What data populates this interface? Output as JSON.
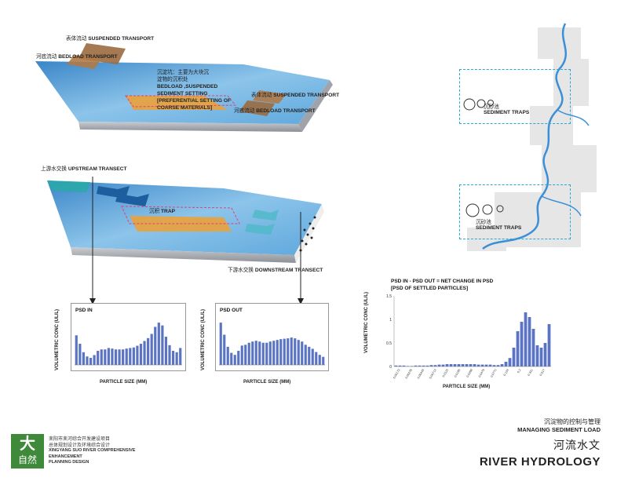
{
  "diagram_top": {
    "suspended_cn": "表体流动",
    "suspended_en": "SUSPENDED TRANSPORT",
    "bedload_cn": "河底流动",
    "bedload_en": "BEDLOAD TRANSPORT",
    "setting_cn_1": "沉淀坑：主要为大块沉",
    "setting_cn_2": "淀物的沉积处",
    "setting_en_1": "BEDLOAD ,SUSPENDED",
    "setting_en_2": "SEDIMENT SETTING",
    "setting_en_3": "[PREFERENTIAL SETTING OF",
    "setting_en_4": "COARSE MATERIALS]",
    "suspended2_cn": "表体流动",
    "suspended2_en": "SUSPENDED TRANSPORT",
    "bedload2_cn": "河底流动",
    "bedload2_en": "BEDLOAD TRANSPORT"
  },
  "diagram_bottom": {
    "upstream_cn": "上游水交换",
    "upstream_en": "UPSTREAM TRANSECT",
    "trap_cn": "沉积",
    "trap_en": "TRAP",
    "downstream_cn": "下游水交换",
    "downstream_en": "DOWNSTREAM TRANSECT"
  },
  "map": {
    "trap_cn_1": "沉砂池",
    "trap_en_1": "SEDIMENT TRAPS",
    "trap_cn_2": "沉砂池",
    "trap_en_2": "SEDIMENT TRAPS"
  },
  "titles": {
    "sub_cn": "沉淀物的控制与管理",
    "sub_en": "MANAGING SEDIMENT LOAD",
    "main_cn": "河流水文",
    "main_en": "RIVER HYDROLOGY"
  },
  "brand": {
    "logo_cn_1": "大",
    "logo_cn_2": "自然",
    "line1": "耒阳市耒河综合开发建设项目",
    "line2": "总体规划设计及环境综合设计",
    "line3": "XINGYANG SUO RIVER COMPREHENSIVE",
    "line4": "ENHANCEMENT",
    "line5": "PLANNING DESIGN"
  },
  "colors": {
    "water": "#5fa8dd",
    "bar": "#5a73c2",
    "sediment": "#f0a030",
    "trap_box": "#29a7d6",
    "arrow_brown": "#9b6a3e",
    "arrow_teal": "#1d8fa6"
  },
  "chart_data": [
    {
      "type": "bar",
      "title": "PSD IN",
      "xlabel": "PARTICLE SIZE (MM)",
      "ylabel": "VOLUMETRIC CONC (UL/L)",
      "values": [
        1.05,
        0.75,
        0.45,
        0.3,
        0.25,
        0.35,
        0.5,
        0.55,
        0.55,
        0.6,
        0.58,
        0.55,
        0.55,
        0.55,
        0.58,
        0.6,
        0.62,
        0.68,
        0.75,
        0.85,
        0.95,
        1.1,
        1.35,
        1.5,
        1.4,
        1.0,
        0.7,
        0.5,
        0.45,
        0.6
      ]
    },
    {
      "type": "bar",
      "title": "PSD OUT",
      "xlabel": "PARTICLE SIZE (MM)",
      "ylabel": "VOLUMETRIC CONC (UL/L)",
      "values": [
        1.05,
        0.75,
        0.45,
        0.3,
        0.25,
        0.35,
        0.48,
        0.5,
        0.55,
        0.58,
        0.6,
        0.58,
        0.55,
        0.55,
        0.58,
        0.6,
        0.62,
        0.64,
        0.65,
        0.66,
        0.68,
        0.66,
        0.62,
        0.58,
        0.5,
        0.45,
        0.4,
        0.32,
        0.25,
        0.2
      ]
    },
    {
      "type": "bar",
      "title": "PSD IN - PSD OUT = NET CHANGE IN PSD",
      "subtitle": "[PSD OF SETTLED PARTICLES]",
      "xlabel": "PARTICLE SIZE (MM)",
      "ylabel": "VOLUMETRIC CONC (UL/L)",
      "ylim": [
        0,
        1.5
      ],
      "yticks": [
        "0",
        "0.5",
        "1",
        "1.5"
      ],
      "xticks": [
        "0.00172",
        "0.00276",
        "0.00443",
        "0.00713",
        "0.0115",
        "0.0185",
        "0.0298",
        "0.0479",
        "0.0771",
        "0.124",
        "0.2",
        "0.321",
        "0.517"
      ],
      "values": [
        0.02,
        0.02,
        0.02,
        0.01,
        0.01,
        0.02,
        0.02,
        0.02,
        0.02,
        0.03,
        0.03,
        0.04,
        0.04,
        0.05,
        0.05,
        0.05,
        0.05,
        0.05,
        0.05,
        0.05,
        0.05,
        0.04,
        0.04,
        0.04,
        0.04,
        0.03,
        0.03,
        0.05,
        0.1,
        0.18,
        0.4,
        0.75,
        0.95,
        1.15,
        1.05,
        0.8,
        0.45,
        0.4,
        0.5,
        0.9
      ]
    }
  ]
}
